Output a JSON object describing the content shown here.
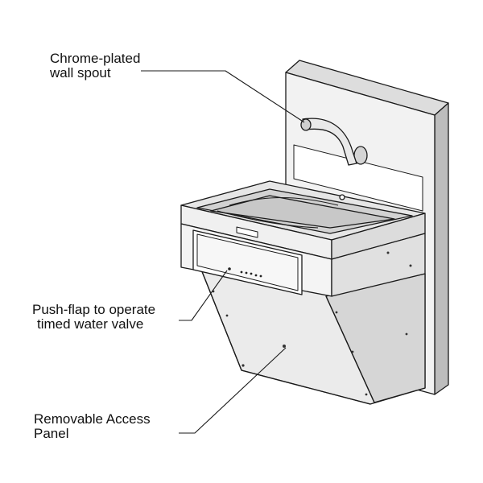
{
  "labels": {
    "spout": {
      "line1": "Chrome-plated",
      "line2": "wall spout"
    },
    "push_flap": {
      "line1": "Push-flap to operate",
      "line2": "timed water valve"
    },
    "access_panel": {
      "line1": "Removable Access",
      "line2": "Panel"
    }
  },
  "colors": {
    "stroke": "#1a1a1a",
    "steel_light": "#ededed",
    "steel_mid": "#d9d9d9",
    "steel_dark": "#bdbdbd",
    "background": "#ffffff"
  }
}
